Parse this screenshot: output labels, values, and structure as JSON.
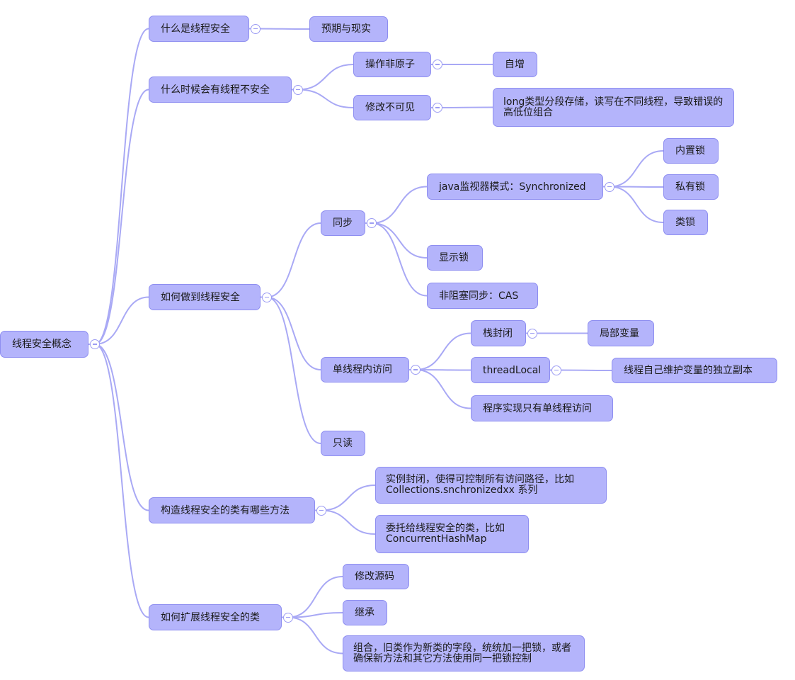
{
  "diagram": {
    "root": {
      "label": "线程安全概念",
      "children": [
        {
          "label": "什么是线程安全",
          "children": [
            {
              "label": "预期与现实"
            }
          ]
        },
        {
          "label": "什么时候会有线程不安全",
          "children": [
            {
              "label": "操作非原子",
              "children": [
                {
                  "label": "自增"
                }
              ]
            },
            {
              "label": "修改不可见",
              "children": [
                {
                  "label": "long类型分段存储，读写在不同线程，导致错误的高低位组合"
                }
              ]
            }
          ]
        },
        {
          "label": "如何做到线程安全",
          "children": [
            {
              "label": "同步",
              "children": [
                {
                  "label": "java监视器模式：Synchronized",
                  "children": [
                    {
                      "label": "内置锁"
                    },
                    {
                      "label": "私有锁"
                    },
                    {
                      "label": "类锁"
                    }
                  ]
                },
                {
                  "label": "显示锁"
                },
                {
                  "label": "非阻塞同步：CAS"
                }
              ]
            },
            {
              "label": "单线程内访问",
              "children": [
                {
                  "label": "栈封闭",
                  "children": [
                    {
                      "label": "局部变量"
                    }
                  ]
                },
                {
                  "label": "threadLocal",
                  "children": [
                    {
                      "label": "线程自己维护变量的独立副本"
                    }
                  ]
                },
                {
                  "label": "程序实现只有单线程访问"
                }
              ]
            },
            {
              "label": "只读"
            }
          ]
        },
        {
          "label": "构造线程安全的类有哪些方法",
          "children": [
            {
              "label": "实例封闭，使得可控制所有访问路径，比如Collections.snchronizedxx 系列"
            },
            {
              "label": "委托给线程安全的类，比如ConcurrentHashMap"
            }
          ]
        },
        {
          "label": "如何扩展线程安全的类",
          "children": [
            {
              "label": "修改源码"
            },
            {
              "label": "继承"
            },
            {
              "label": "组合，旧类作为新类的字段，统统加一把锁，或者确保新方法和其它方法使用同一把锁控制"
            }
          ]
        }
      ]
    }
  }
}
